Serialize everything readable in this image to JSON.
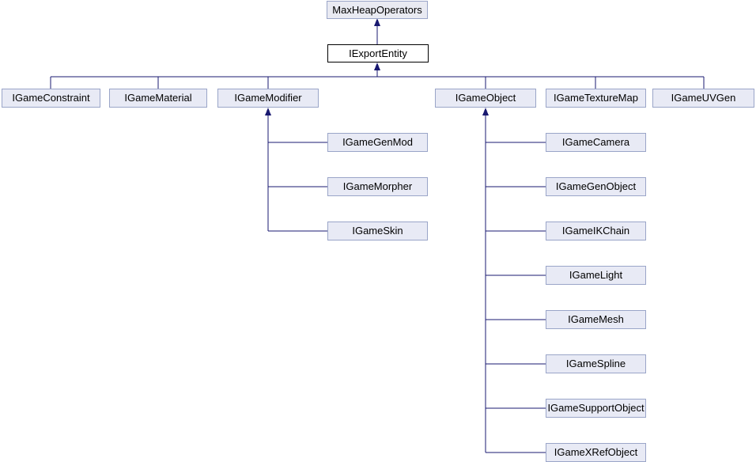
{
  "colors": {
    "edge": "#191970",
    "node_fill": "#e8eaf5",
    "node_border": "#9aa5c8",
    "root_fill": "#ffffff",
    "root_border": "#000000",
    "text": "#000000",
    "background": "#ffffff"
  },
  "diagram": {
    "type": "class-inheritance-graph",
    "nodes": [
      {
        "id": "max-heap-operators",
        "label": "MaxHeapOperators",
        "role": "base"
      },
      {
        "id": "i-export-entity",
        "label": "IExportEntity",
        "role": "current"
      },
      {
        "id": "igame-constraint",
        "label": "IGameConstraint",
        "role": "derived"
      },
      {
        "id": "igame-material",
        "label": "IGameMaterial",
        "role": "derived"
      },
      {
        "id": "igame-modifier",
        "label": "IGameModifier",
        "role": "derived"
      },
      {
        "id": "igame-object",
        "label": "IGameObject",
        "role": "derived"
      },
      {
        "id": "igame-texture-map",
        "label": "IGameTextureMap",
        "role": "derived"
      },
      {
        "id": "igame-uv-gen",
        "label": "IGameUVGen",
        "role": "derived"
      },
      {
        "id": "igame-gen-mod",
        "label": "IGameGenMod",
        "role": "derived"
      },
      {
        "id": "igame-morpher",
        "label": "IGameMorpher",
        "role": "derived"
      },
      {
        "id": "igame-skin",
        "label": "IGameSkin",
        "role": "derived"
      },
      {
        "id": "igame-camera",
        "label": "IGameCamera",
        "role": "derived"
      },
      {
        "id": "igame-gen-object",
        "label": "IGameGenObject",
        "role": "derived"
      },
      {
        "id": "igame-ik-chain",
        "label": "IGameIKChain",
        "role": "derived"
      },
      {
        "id": "igame-light",
        "label": "IGameLight",
        "role": "derived"
      },
      {
        "id": "igame-mesh",
        "label": "IGameMesh",
        "role": "derived"
      },
      {
        "id": "igame-spline",
        "label": "IGameSpline",
        "role": "derived"
      },
      {
        "id": "igame-support-object",
        "label": "IGameSupportObject",
        "role": "derived"
      },
      {
        "id": "igame-xref-object",
        "label": "IGameXRefObject",
        "role": "derived"
      }
    ],
    "edges": [
      {
        "from": "IExportEntity",
        "to": "MaxHeapOperators"
      },
      {
        "from": "IGameConstraint",
        "to": "IExportEntity"
      },
      {
        "from": "IGameMaterial",
        "to": "IExportEntity"
      },
      {
        "from": "IGameModifier",
        "to": "IExportEntity"
      },
      {
        "from": "IGameObject",
        "to": "IExportEntity"
      },
      {
        "from": "IGameTextureMap",
        "to": "IExportEntity"
      },
      {
        "from": "IGameUVGen",
        "to": "IExportEntity"
      },
      {
        "from": "IGameGenMod",
        "to": "IGameModifier"
      },
      {
        "from": "IGameMorpher",
        "to": "IGameModifier"
      },
      {
        "from": "IGameSkin",
        "to": "IGameModifier"
      },
      {
        "from": "IGameCamera",
        "to": "IGameObject"
      },
      {
        "from": "IGameGenObject",
        "to": "IGameObject"
      },
      {
        "from": "IGameIKChain",
        "to": "IGameObject"
      },
      {
        "from": "IGameLight",
        "to": "IGameObject"
      },
      {
        "from": "IGameMesh",
        "to": "IGameObject"
      },
      {
        "from": "IGameSpline",
        "to": "IGameObject"
      },
      {
        "from": "IGameSupportObject",
        "to": "IGameObject"
      },
      {
        "from": "IGameXRefObject",
        "to": "IGameObject"
      }
    ]
  }
}
